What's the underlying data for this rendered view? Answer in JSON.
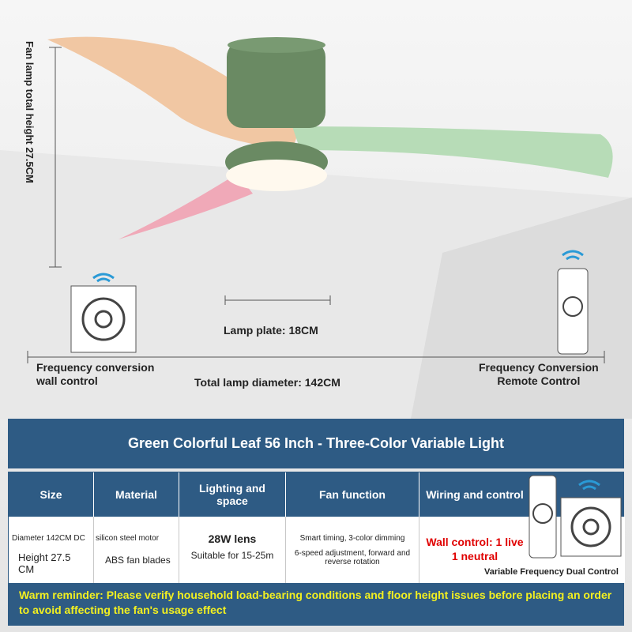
{
  "dimensions": {
    "height_label": "Fan lamp total height 27.5CM",
    "lamp_plate": "Lamp plate: 18CM",
    "total_diameter": "Total lamp diameter: 142CM"
  },
  "controls": {
    "wall": "Frequency conversion\nwall control",
    "remote": "Frequency Conversion\nRemote Control"
  },
  "title": "Green Colorful Leaf 56 Inch - Three-Color Variable Light",
  "table": {
    "headers": [
      "Size",
      "Material",
      "Lighting and space",
      "Fan function",
      "Wiring and control"
    ],
    "size": [
      "Diameter 142CM DC",
      "Height 27.5 CM"
    ],
    "material": [
      "silicon steel motor",
      "ABS fan blades"
    ],
    "lighting": [
      "28W lens",
      "Suitable for 15-25m"
    ],
    "fan": [
      "Smart timing, 3-color dimming",
      "6-speed adjustment, forward and reverse rotation"
    ],
    "wiring": [
      "Wall control: 1 live",
      "1 neutral"
    ],
    "dual": "Variable Frequency Dual Control"
  },
  "reminder": "Warm reminder: Please verify household load-bearing conditions and floor height issues before placing an order to avoid affecting the fan's usage effect",
  "colors": {
    "band": "#2e5b84",
    "reminder_text": "#f3f020",
    "wiring_text": "#e00000"
  }
}
